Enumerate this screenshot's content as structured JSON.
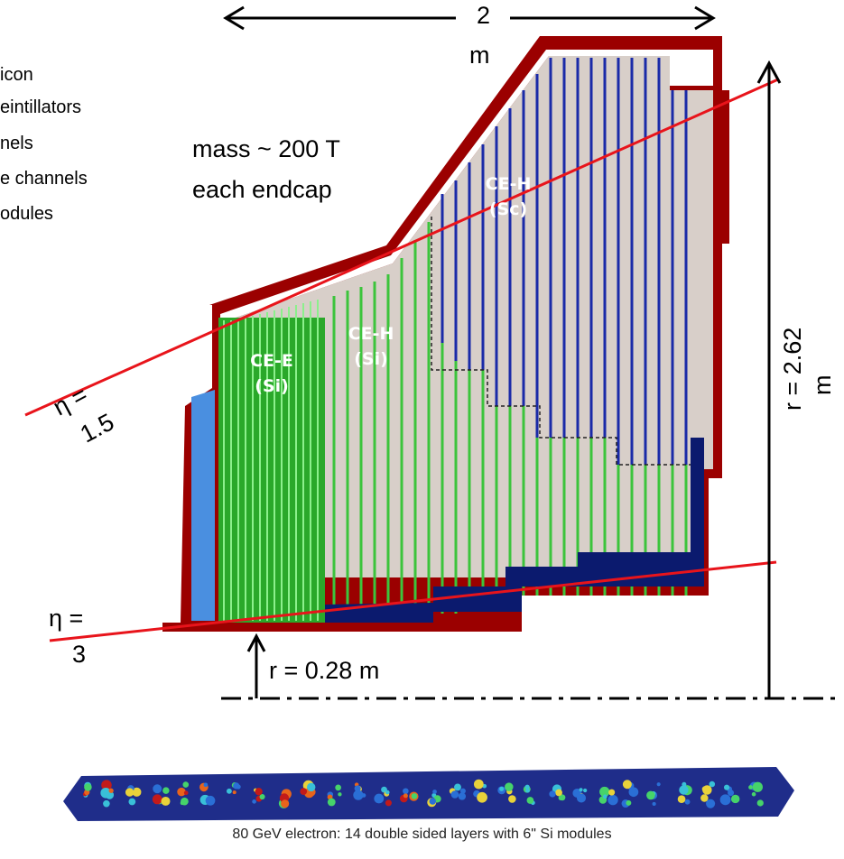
{
  "legend_left": {
    "line1": "icon",
    "line2": "eintillators",
    "line3": "nels",
    "line4": "e channels",
    "line5": "odules"
  },
  "width_label": {
    "top": "2",
    "unit": "m"
  },
  "mass_label": {
    "line1": "mass ~ 200 T",
    "line2": "each endcap"
  },
  "regions": {
    "ce_e": {
      "name": "CE-E",
      "tech": "(Si)"
    },
    "ce_h_si": {
      "name": "CE-H",
      "tech": "(Si)"
    },
    "ce_h_sc": {
      "name": "CE-H",
      "tech": "(Sc)"
    }
  },
  "eta_labels": {
    "eta15_sym": "η =",
    "eta15_val": "1.5",
    "eta3_sym": "η =",
    "eta3_val": "3"
  },
  "radius_labels": {
    "outer": "r = 2.62",
    "outer_unit": "m",
    "inner": "r = 0.28 m"
  },
  "caption": "80 GeV electron: 14 double sided layers with 6\" Si modules",
  "colors": {
    "absorber": "#9b0000",
    "steel": "#d8cfc9",
    "silicon": "#3cc43c",
    "copper_blue": "#4a8fe0",
    "scint_blue": "#1a2aa8",
    "base_navy": "#0b1a6e",
    "eta_line": "#e8141b"
  }
}
